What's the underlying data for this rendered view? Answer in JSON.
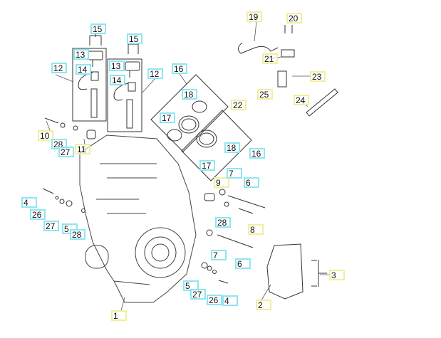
{
  "colors": {
    "cyan": "#8ee6f2",
    "yellow": "#f3ee9c",
    "line": "#333333"
  },
  "callouts": [
    {
      "n": "15",
      "c": "cyan"
    },
    {
      "n": "15",
      "c": "cyan"
    },
    {
      "n": "13",
      "c": "cyan"
    },
    {
      "n": "13",
      "c": "cyan"
    },
    {
      "n": "12",
      "c": "cyan"
    },
    {
      "n": "14",
      "c": "cyan"
    },
    {
      "n": "14",
      "c": "cyan"
    },
    {
      "n": "12",
      "c": "cyan"
    },
    {
      "n": "16",
      "c": "cyan"
    },
    {
      "n": "18",
      "c": "cyan"
    },
    {
      "n": "17",
      "c": "cyan"
    },
    {
      "n": "17",
      "c": "cyan"
    },
    {
      "n": "18",
      "c": "cyan"
    },
    {
      "n": "16",
      "c": "cyan"
    },
    {
      "n": "10",
      "c": "yellow"
    },
    {
      "n": "28",
      "c": "cyan"
    },
    {
      "n": "27",
      "c": "cyan"
    },
    {
      "n": "11",
      "c": "yellow"
    },
    {
      "n": "19",
      "c": "yellow"
    },
    {
      "n": "20",
      "c": "yellow"
    },
    {
      "n": "21",
      "c": "yellow"
    },
    {
      "n": "23",
      "c": "yellow"
    },
    {
      "n": "25",
      "c": "yellow"
    },
    {
      "n": "22",
      "c": "yellow"
    },
    {
      "n": "24",
      "c": "yellow"
    },
    {
      "n": "9",
      "c": "yellow"
    },
    {
      "n": "7",
      "c": "cyan"
    },
    {
      "n": "6",
      "c": "cyan"
    },
    {
      "n": "4",
      "c": "cyan"
    },
    {
      "n": "26",
      "c": "cyan"
    },
    {
      "n": "27",
      "c": "cyan"
    },
    {
      "n": "5",
      "c": "cyan"
    },
    {
      "n": "28",
      "c": "cyan"
    },
    {
      "n": "28",
      "c": "cyan"
    },
    {
      "n": "8",
      "c": "yellow"
    },
    {
      "n": "7",
      "c": "cyan"
    },
    {
      "n": "6",
      "c": "cyan"
    },
    {
      "n": "5",
      "c": "cyan"
    },
    {
      "n": "27",
      "c": "cyan"
    },
    {
      "n": "26",
      "c": "cyan"
    },
    {
      "n": "4",
      "c": "cyan"
    },
    {
      "n": "3",
      "c": "yellow"
    },
    {
      "n": "2",
      "c": "yellow"
    },
    {
      "n": "1",
      "c": "yellow"
    }
  ]
}
